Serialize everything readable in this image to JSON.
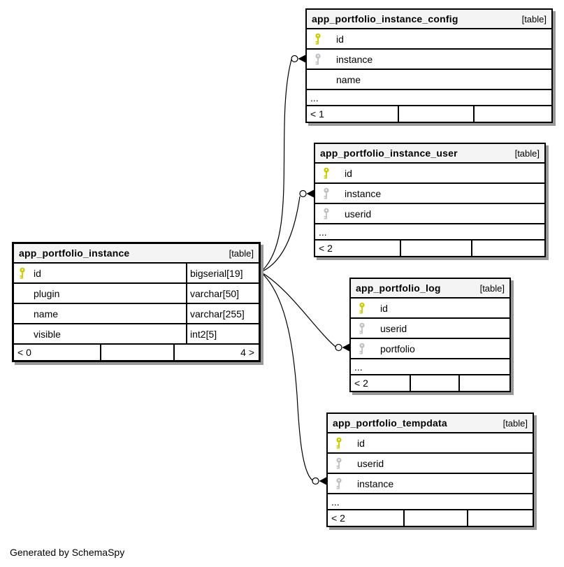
{
  "generator_note": "Generated by SchemaSpy",
  "badge": "[table]",
  "colors": {
    "primary_key": "#cccc00",
    "foreign_key": "#c2c2c2",
    "header_bg": "#f4f4f4",
    "border": "#000000",
    "shadow": "#999999",
    "line": "#000000"
  },
  "tables": {
    "config": {
      "name": "app_portfolio_instance_config",
      "rows": [
        {
          "name": "id",
          "key": "primary"
        },
        {
          "name": "instance",
          "key": "foreign"
        },
        {
          "name": "name",
          "key": "none"
        }
      ],
      "ellipsis": "...",
      "footer": {
        "left": "< 1"
      }
    },
    "user": {
      "name": "app_portfolio_instance_user",
      "rows": [
        {
          "name": "id",
          "key": "primary"
        },
        {
          "name": "instance",
          "key": "foreign"
        },
        {
          "name": "userid",
          "key": "foreign"
        }
      ],
      "ellipsis": "...",
      "footer": {
        "left": "< 2"
      }
    },
    "instance": {
      "name": "app_portfolio_instance",
      "rows": [
        {
          "name": "id",
          "type": "bigserial[19]",
          "key": "primary"
        },
        {
          "name": "plugin",
          "type": "varchar[50]",
          "key": "none"
        },
        {
          "name": "name",
          "type": "varchar[255]",
          "key": "none"
        },
        {
          "name": "visible",
          "type": "int2[5]",
          "key": "none"
        }
      ],
      "footer": {
        "left": "< 0",
        "right": "4 >"
      }
    },
    "log": {
      "name": "app_portfolio_log",
      "rows": [
        {
          "name": "id",
          "key": "primary"
        },
        {
          "name": "userid",
          "key": "foreign"
        },
        {
          "name": "portfolio",
          "key": "foreign"
        }
      ],
      "ellipsis": "...",
      "footer": {
        "left": "< 2"
      }
    },
    "tempdata": {
      "name": "app_portfolio_tempdata",
      "rows": [
        {
          "name": "id",
          "key": "primary"
        },
        {
          "name": "userid",
          "key": "foreign"
        },
        {
          "name": "instance",
          "key": "foreign"
        }
      ],
      "ellipsis": "...",
      "footer": {
        "left": "< 2"
      }
    }
  }
}
